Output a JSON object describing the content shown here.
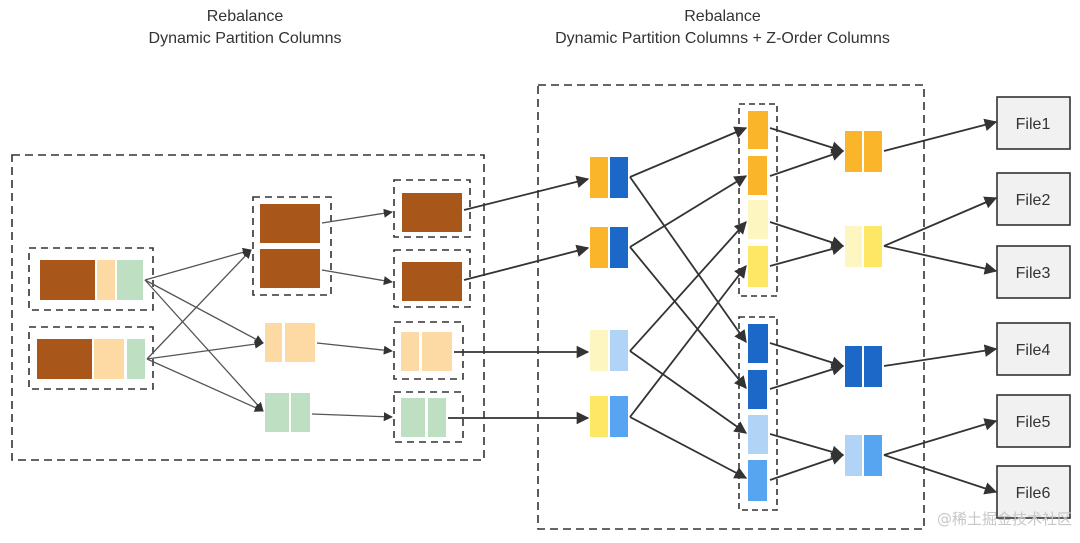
{
  "titles": {
    "left": {
      "line1": "Rebalance",
      "line2": "Dynamic Partition Columns"
    },
    "right": {
      "line1": "Rebalance",
      "line2": "Dynamic Partition Columns + Z-Order Columns"
    }
  },
  "colors": {
    "brown": "#a8561a",
    "peach": "#fdd9a4",
    "green": "#bfdfc2",
    "orange": "#fbb52b",
    "blue_dark": "#1b68c9",
    "yellow_pale": "#fdf6c0",
    "blue_pale": "#b1d4f6",
    "yellow": "#fde764",
    "blue": "#57a5f0",
    "line": "#333333",
    "file_fill": "#f1f1f1",
    "file_stroke": "#333333"
  },
  "stages": {
    "left_input_partitions": [
      "partition-1",
      "partition-2"
    ],
    "left_shuffle_groups": [
      "brown",
      "peach",
      "green"
    ],
    "right_z_order_groups": [
      "orange-blue",
      "orange-blue",
      "paleyellow-paleblue",
      "yellow-blue"
    ]
  },
  "files": [
    "File1",
    "File2",
    "File3",
    "File4",
    "File5",
    "File6"
  ],
  "watermark": "@稀土掘金技术社区"
}
